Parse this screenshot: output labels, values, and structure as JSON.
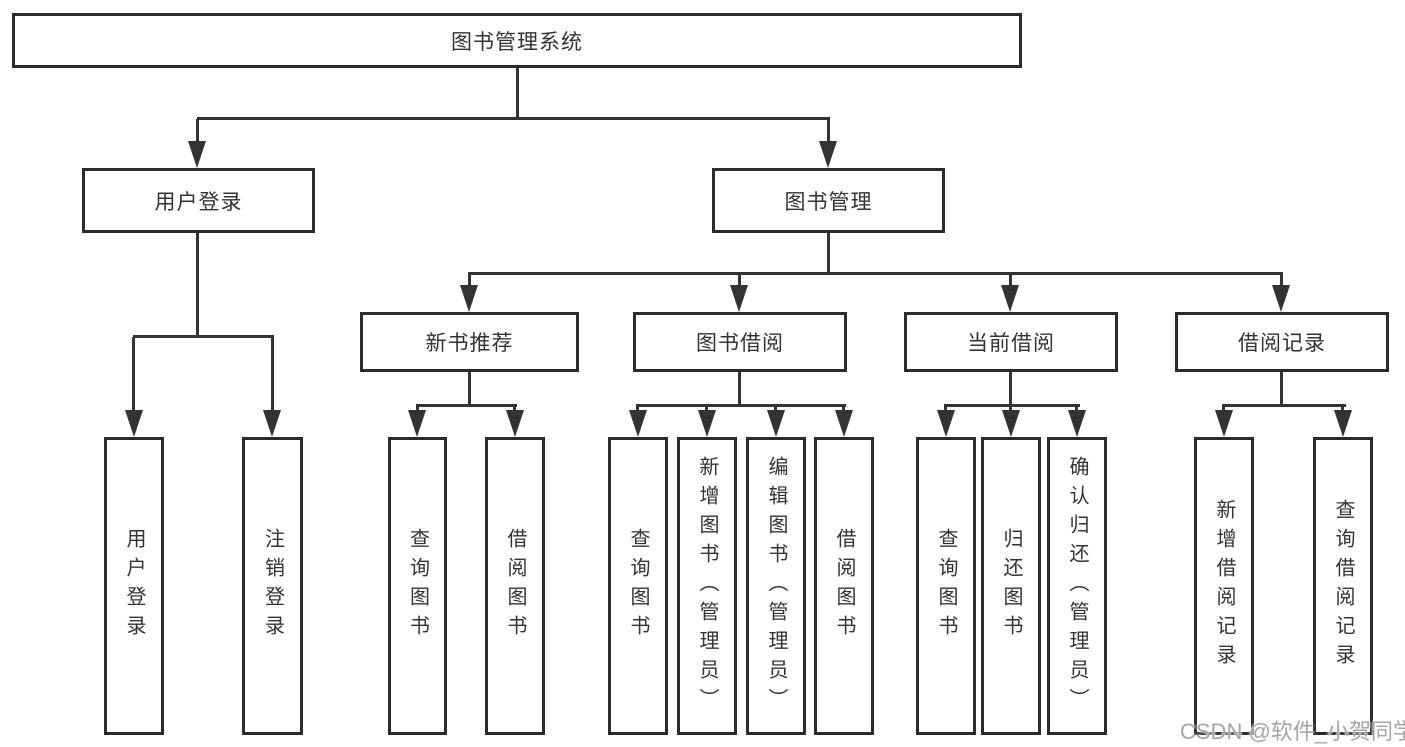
{
  "diagram": {
    "root": {
      "label": "图书管理系统"
    },
    "branches": [
      {
        "label": "用户登录",
        "children": [
          {
            "label": "用户登录"
          },
          {
            "label": "注销登录"
          }
        ]
      },
      {
        "label": "图书管理",
        "children": [
          {
            "label": "新书推荐",
            "children": [
              {
                "label": "查询图书"
              },
              {
                "label": "借阅图书"
              }
            ]
          },
          {
            "label": "图书借阅",
            "children": [
              {
                "label": "查询图书"
              },
              {
                "label": "新增图书（管理员）"
              },
              {
                "label": "编辑图书（管理员）"
              },
              {
                "label": "借阅图书"
              }
            ]
          },
          {
            "label": "当前借阅",
            "children": [
              {
                "label": "查询图书"
              },
              {
                "label": "归还图书"
              },
              {
                "label": "确认归还（管理员）"
              }
            ]
          },
          {
            "label": "借阅记录",
            "children": [
              {
                "label": "新增借阅记录"
              },
              {
                "label": "查询借阅记录"
              }
            ]
          }
        ]
      }
    ]
  },
  "watermark": {
    "text": "CSDN @软件_小贺同学"
  },
  "colors": {
    "line": "#333333",
    "border": "#2b2b2b",
    "text": "#333333",
    "background": "#ffffff",
    "watermark": "#a5a5a5"
  }
}
